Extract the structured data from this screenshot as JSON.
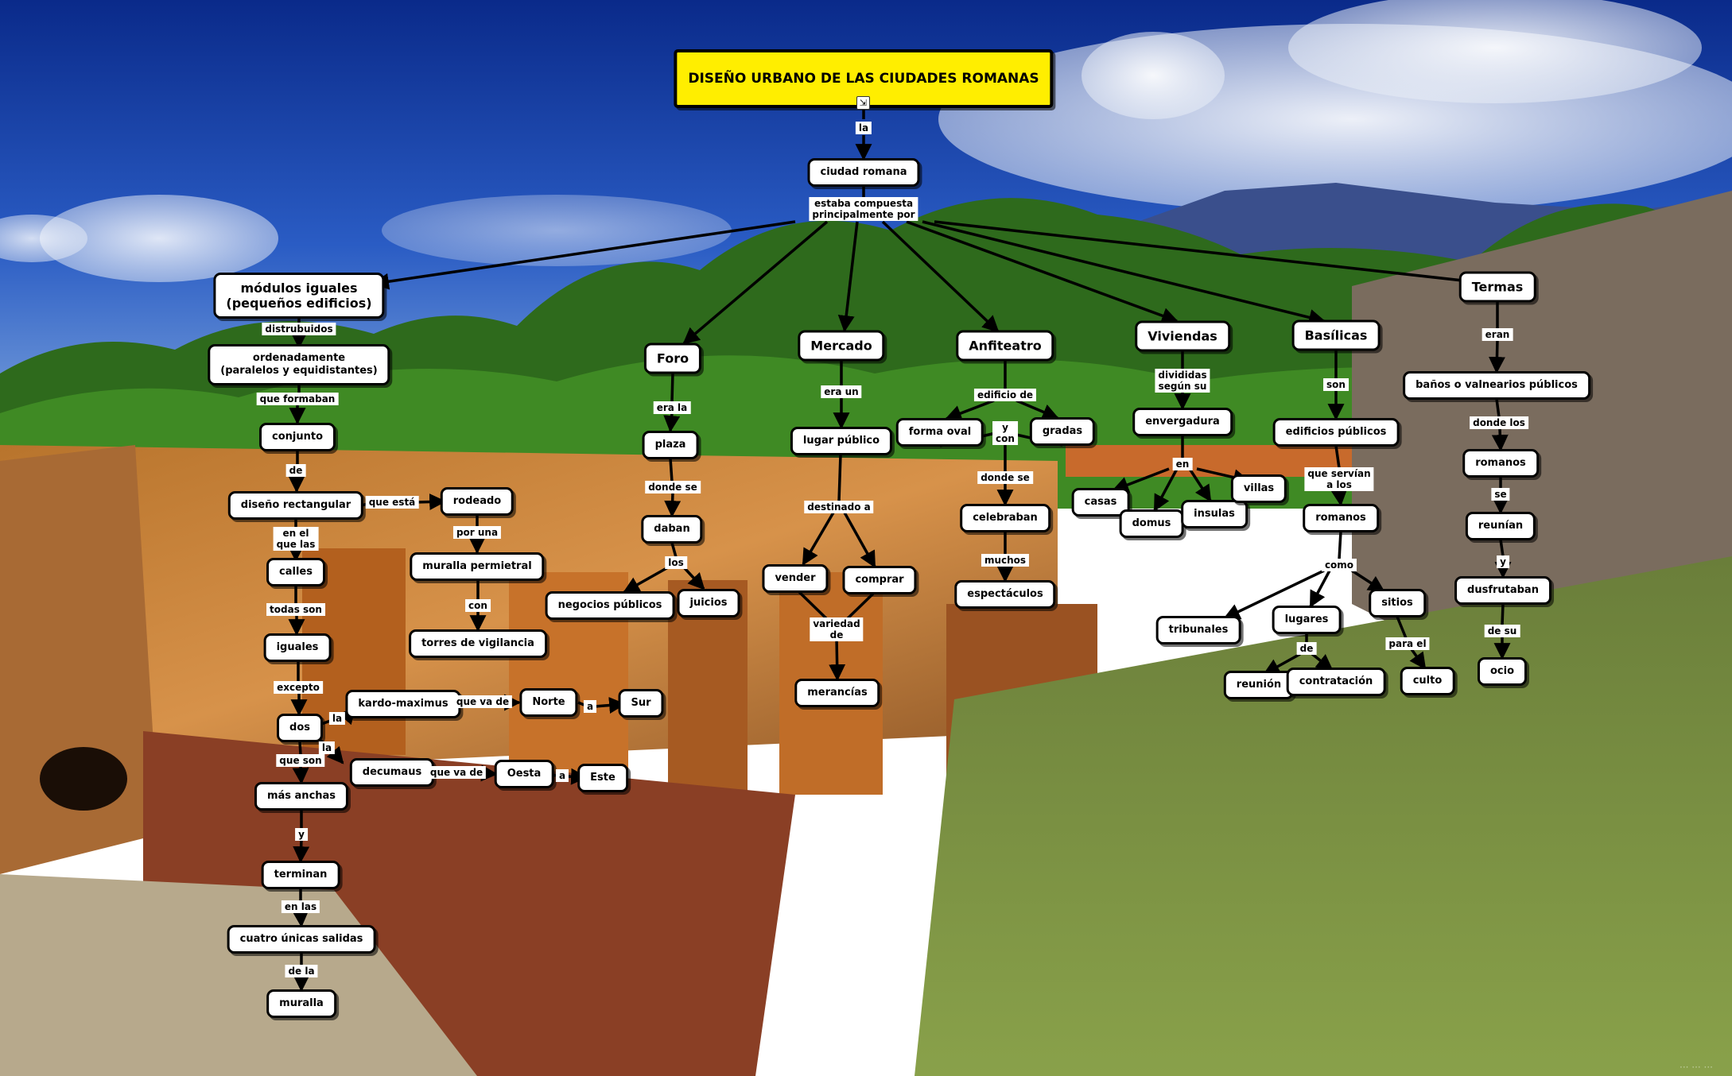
{
  "title": "DISEÑO URBANO DE LAS CIUDADES ROMANAS",
  "colors": {
    "title_fill": "#ffee00",
    "node_fill": "#ffffff",
    "border": "#000000",
    "sky": "#1b3f9f"
  },
  "nodes": {
    "ciudad_romana": "ciudad romana",
    "modulos": "módulos iguales\n(pequeños edificios)",
    "ordenadamente": "ordenadamente\n(paralelos y equidistantes)",
    "conjunto": "conjunto",
    "diseno_rectangular": "diseño rectangular",
    "calles": "calles",
    "iguales": "iguales",
    "dos": "dos",
    "mas_anchas": "más anchas",
    "terminan": "terminan",
    "cuatro_salidas": "cuatro únicas salidas",
    "muralla": "muralla",
    "rodeado": "rodeado",
    "muralla_perimetral": "muralla permietral",
    "torres": "torres de vigilancia",
    "kardo": "kardo-maximus",
    "norte": "Norte",
    "sur": "Sur",
    "decumaus": "decumaus",
    "oesta": "Oesta",
    "este": "Este",
    "foro": "Foro",
    "plaza": "plaza",
    "daban": "daban",
    "negocios": "negocios públicos",
    "juicios": "juicios",
    "mercado": "Mercado",
    "lugar_publico": "lugar público",
    "vender": "vender",
    "comprar": "comprar",
    "mercancias": "merancías",
    "anfiteatro": "Anfiteatro",
    "forma_oval": "forma oval",
    "gradas": "gradas",
    "celebraban": "celebraban",
    "espectaculos": "espectáculos",
    "viviendas": "Viviendas",
    "envergadura": "envergadura",
    "casas": "casas",
    "domus": "domus",
    "insulas": "insulas",
    "villas": "villas",
    "basilicas": "Basílicas",
    "edificios_publicos": "edificios públicos",
    "romanos_b": "romanos",
    "tribunales": "tribunales",
    "lugares": "lugares",
    "sitios": "sitios",
    "reunion": "reunión",
    "contratacion": "contratación",
    "culto": "culto",
    "termas": "Termas",
    "banos": "baños o valnearios públicos",
    "romanos_t": "romanos",
    "reunian": "reunían",
    "disfrutaban": "dusfrutaban",
    "ocio": "ocio"
  },
  "labels": {
    "la": "la",
    "estaba": "estaba compuesta\nprincipalmente por",
    "distribuidos": "distrubuidos",
    "que_formaban": "que formaban",
    "de": "de",
    "en_el_que_las": "en el\nque las",
    "todas_son": "todas son",
    "excepto": "excepto",
    "que_son": "que son",
    "y": "y",
    "en_las": "en las",
    "de_la": "de la",
    "que_esta": "que está",
    "por_una": "por una",
    "con": "con",
    "la_k": "la",
    "que_va_de_k": "que va de",
    "a_k": "a",
    "la_d": "la",
    "que_va_de_d": "que va de",
    "a_d": "a",
    "era_la": "era la",
    "donde_se_f": "donde se",
    "los": "los",
    "era_un": "era un",
    "destinado_a": "destinado a",
    "variedad_de": "variedad\nde",
    "edificio_de": "edificio de",
    "y_con": "y\ncon",
    "donde_se_a": "donde se",
    "muchos": "muchos",
    "divididas": "divididas\nsegún su",
    "en": "en",
    "son": "son",
    "que_servian": "que servían\na los",
    "como": "como",
    "de_b": "de",
    "para_el": "para el",
    "eran": "eran",
    "donde_los": "donde los",
    "se": "se",
    "y_t": "y",
    "de_su": "de su"
  },
  "watermark": "··· ··· ···"
}
